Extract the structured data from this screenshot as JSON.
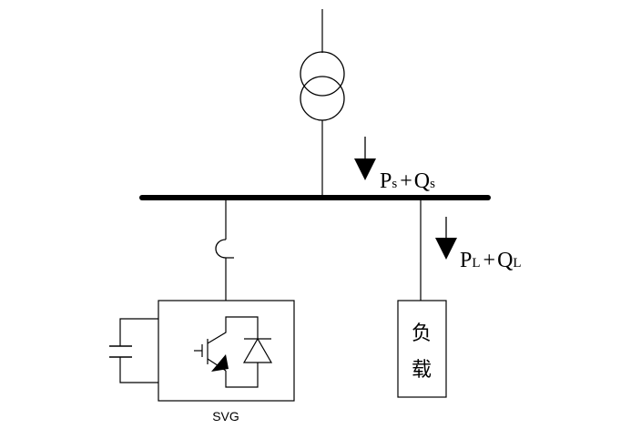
{
  "labels": {
    "source_flow": {
      "p": "P",
      "p_sub": "s",
      "plus": "+",
      "q": "Q",
      "q_sub": "s"
    },
    "load_flow": {
      "p": "P",
      "p_sub": "L",
      "plus": "+",
      "q": "Q",
      "q_sub": "L"
    },
    "svg_device": "SVG",
    "load_char_1": "负",
    "load_char_2": "载"
  },
  "colors": {
    "line": "#000000",
    "background": "#ffffff"
  }
}
